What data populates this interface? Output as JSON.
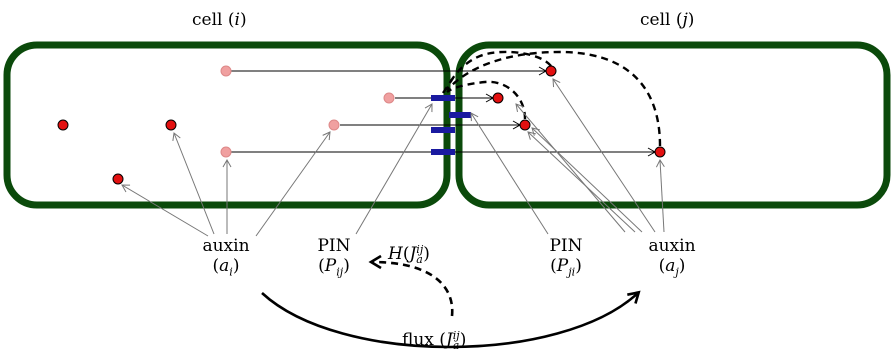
{
  "cell_i": {
    "word": "cell",
    "open": "(",
    "var": "i",
    "close": ")"
  },
  "cell_j": {
    "word": "cell",
    "open": "(",
    "var": "j",
    "close": ")"
  },
  "auxin_i": {
    "line1": "auxin",
    "open": "(",
    "var": "a",
    "sub": "i",
    "close": ")"
  },
  "auxin_j": {
    "line1": "auxin",
    "open": "(",
    "var": "a",
    "sub": "j",
    "close": ")"
  },
  "pin_i": {
    "line1": "PIN",
    "open": "(",
    "var": "P",
    "sub": "ij",
    "close": ")"
  },
  "pin_j": {
    "line1": "PIN",
    "open": "(",
    "var": "P",
    "sub": "ji",
    "close": ")"
  },
  "h_label": {
    "fn": "H",
    "open": "(",
    "var": "J",
    "sub": "a",
    "sup": "ij",
    "close": ")"
  },
  "flux_label": {
    "word": "flux",
    "open": "(",
    "var": "J",
    "sub": "a",
    "sup": "ij",
    "close": ")"
  },
  "colors": {
    "cell_border": "#0b4a0b",
    "auxin_strong": "#e31010",
    "auxin_light": "#f0a0a0",
    "pin": "#1a1aa0"
  }
}
